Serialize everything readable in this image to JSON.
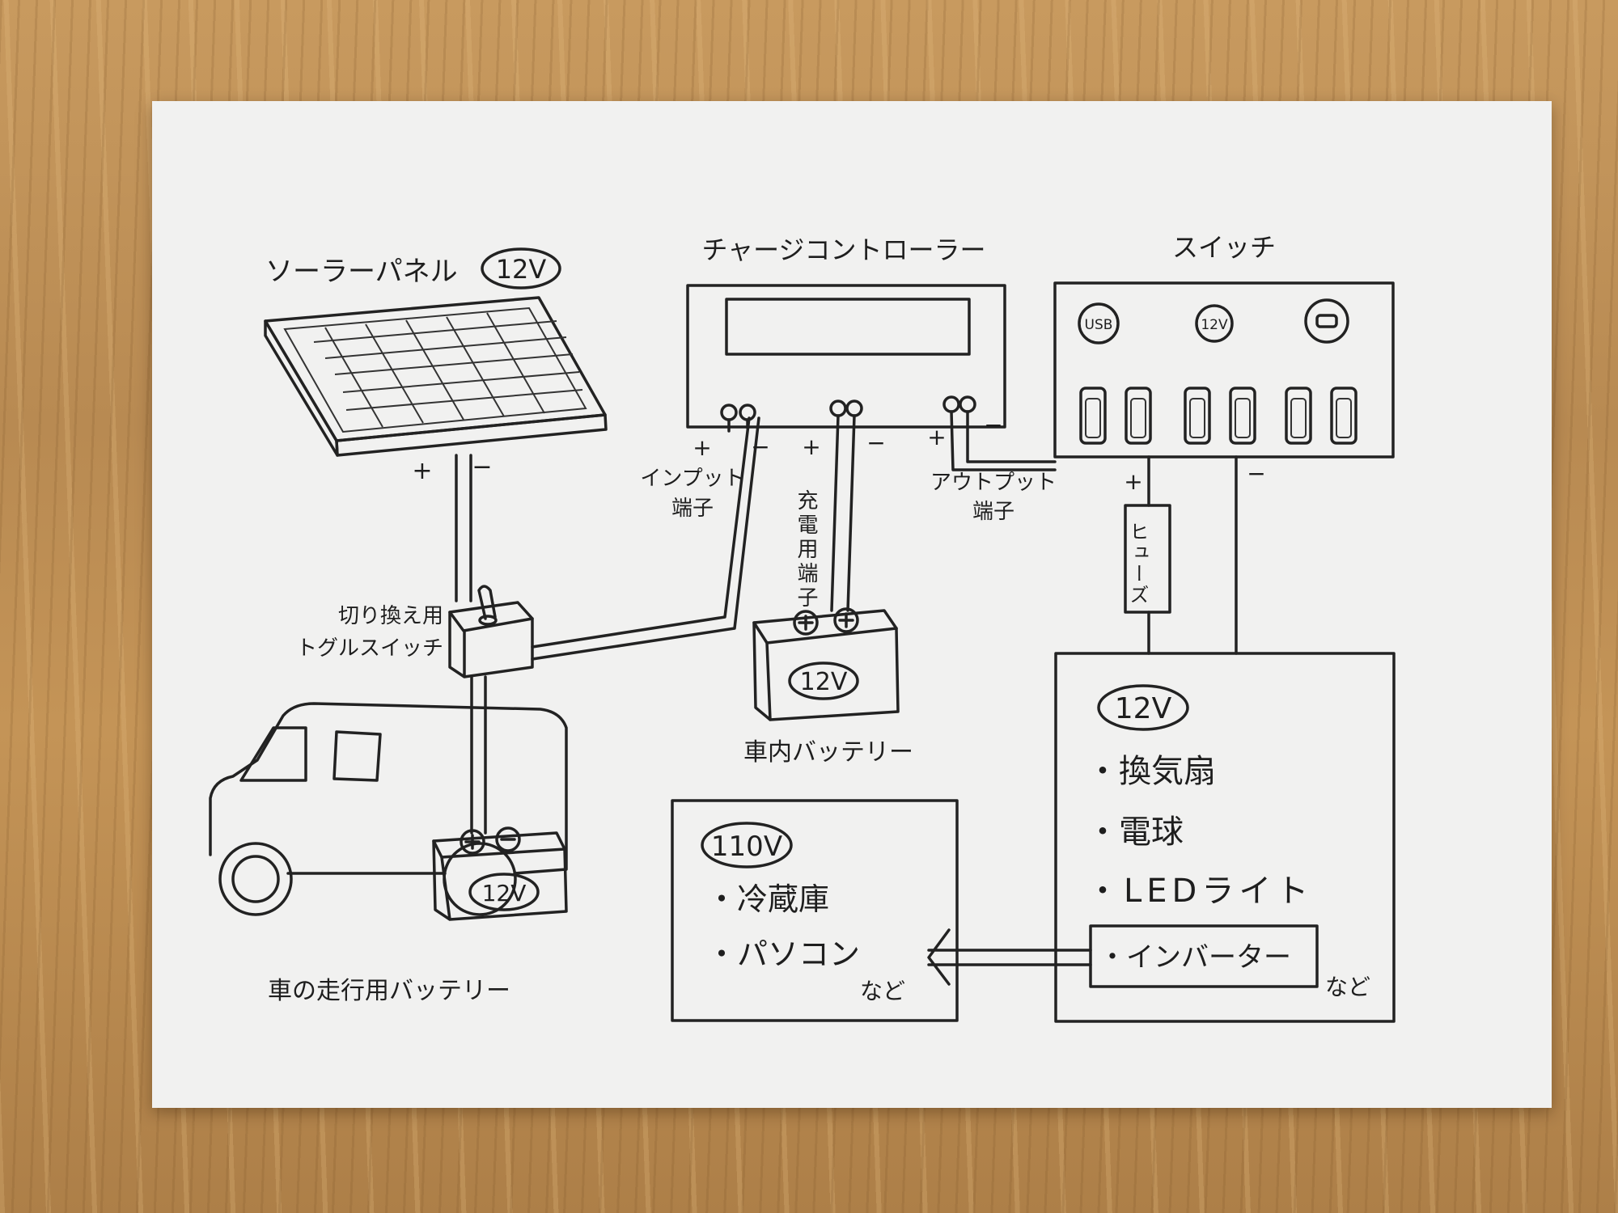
{
  "solar": {
    "label": "ソーラーパネル",
    "voltage": "12V"
  },
  "controller": {
    "label": "チャージコントローラー"
  },
  "switch_box": {
    "label": "スイッチ",
    "port_usb": "USB",
    "port_12v": "12V"
  },
  "terminals": {
    "input": "インプット端子",
    "input_l1": "インプット",
    "input_l2": "端子",
    "charge": "充電用端子",
    "output_l1": "アウトプット",
    "output_l2": "端子"
  },
  "signs": {
    "plus": "+",
    "minus": "−"
  },
  "toggle": {
    "l1": "切り換え用",
    "l2": "トグルスイッチ"
  },
  "cabin_battery": {
    "voltage": "12V",
    "label": "車内バッテリー"
  },
  "car_battery": {
    "voltage": "12V",
    "label": "車の走行用バッテリー"
  },
  "fuse": {
    "label": "ヒューズ"
  },
  "dc_loads": {
    "voltage": "12V",
    "items": [
      "・換気扇",
      "・電球",
      "・LEDライト"
    ],
    "inverter": "・インバーター",
    "etc": "など"
  },
  "ac_loads": {
    "voltage": "110V",
    "items": [
      "・冷蔵庫",
      "・パソコン"
    ],
    "etc": "など"
  }
}
